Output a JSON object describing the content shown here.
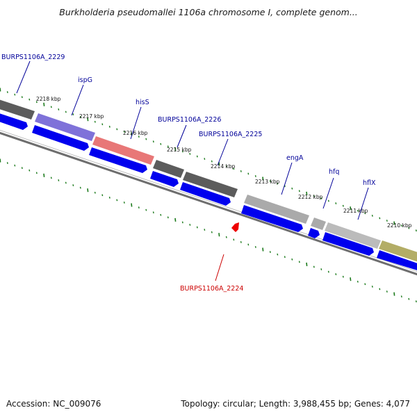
{
  "title": "Burkholderia pseudomallei 1106a chromosome I, complete genom...",
  "footer": {
    "accession": "Accession: NC_009076",
    "summary": "Topology: circular; Length: 3,988,455 bp; Genes: 4,077"
  },
  "colors": {
    "gene_label": "#000099",
    "highlight_label": "#cc0000",
    "cds_arrow": "#0000ee",
    "tick": "#1b7a1b",
    "backbone": "#777777",
    "gene_dark": "#5c5c5c",
    "gene_light": "#b4b4b4",
    "gene_purple": "#7f72d9",
    "gene_red": "#e87777",
    "gene_olive": "#b3ad66",
    "focus_marker": "#ee0000"
  },
  "kbp_labels": [
    "2218 kbp",
    "2217 kbp",
    "2216 kbp",
    "2215 kbp",
    "2214 kbp",
    "2213 kbp",
    "2212 kbp",
    "2211 kbp",
    "2210 kbp"
  ],
  "gene_labels": [
    {
      "name": "BURPS1106A_2229"
    },
    {
      "name": "ispG"
    },
    {
      "name": "hisS"
    },
    {
      "name": "BURPS1106A_2226"
    },
    {
      "name": "BURPS1106A_2225"
    },
    {
      "name": "engA"
    },
    {
      "name": "hfq"
    },
    {
      "name": "hflX"
    },
    {
      "name": "BURPS1106A_2224"
    }
  ],
  "icons": {
    "focus_marker": "red-arrow-marker-icon"
  }
}
